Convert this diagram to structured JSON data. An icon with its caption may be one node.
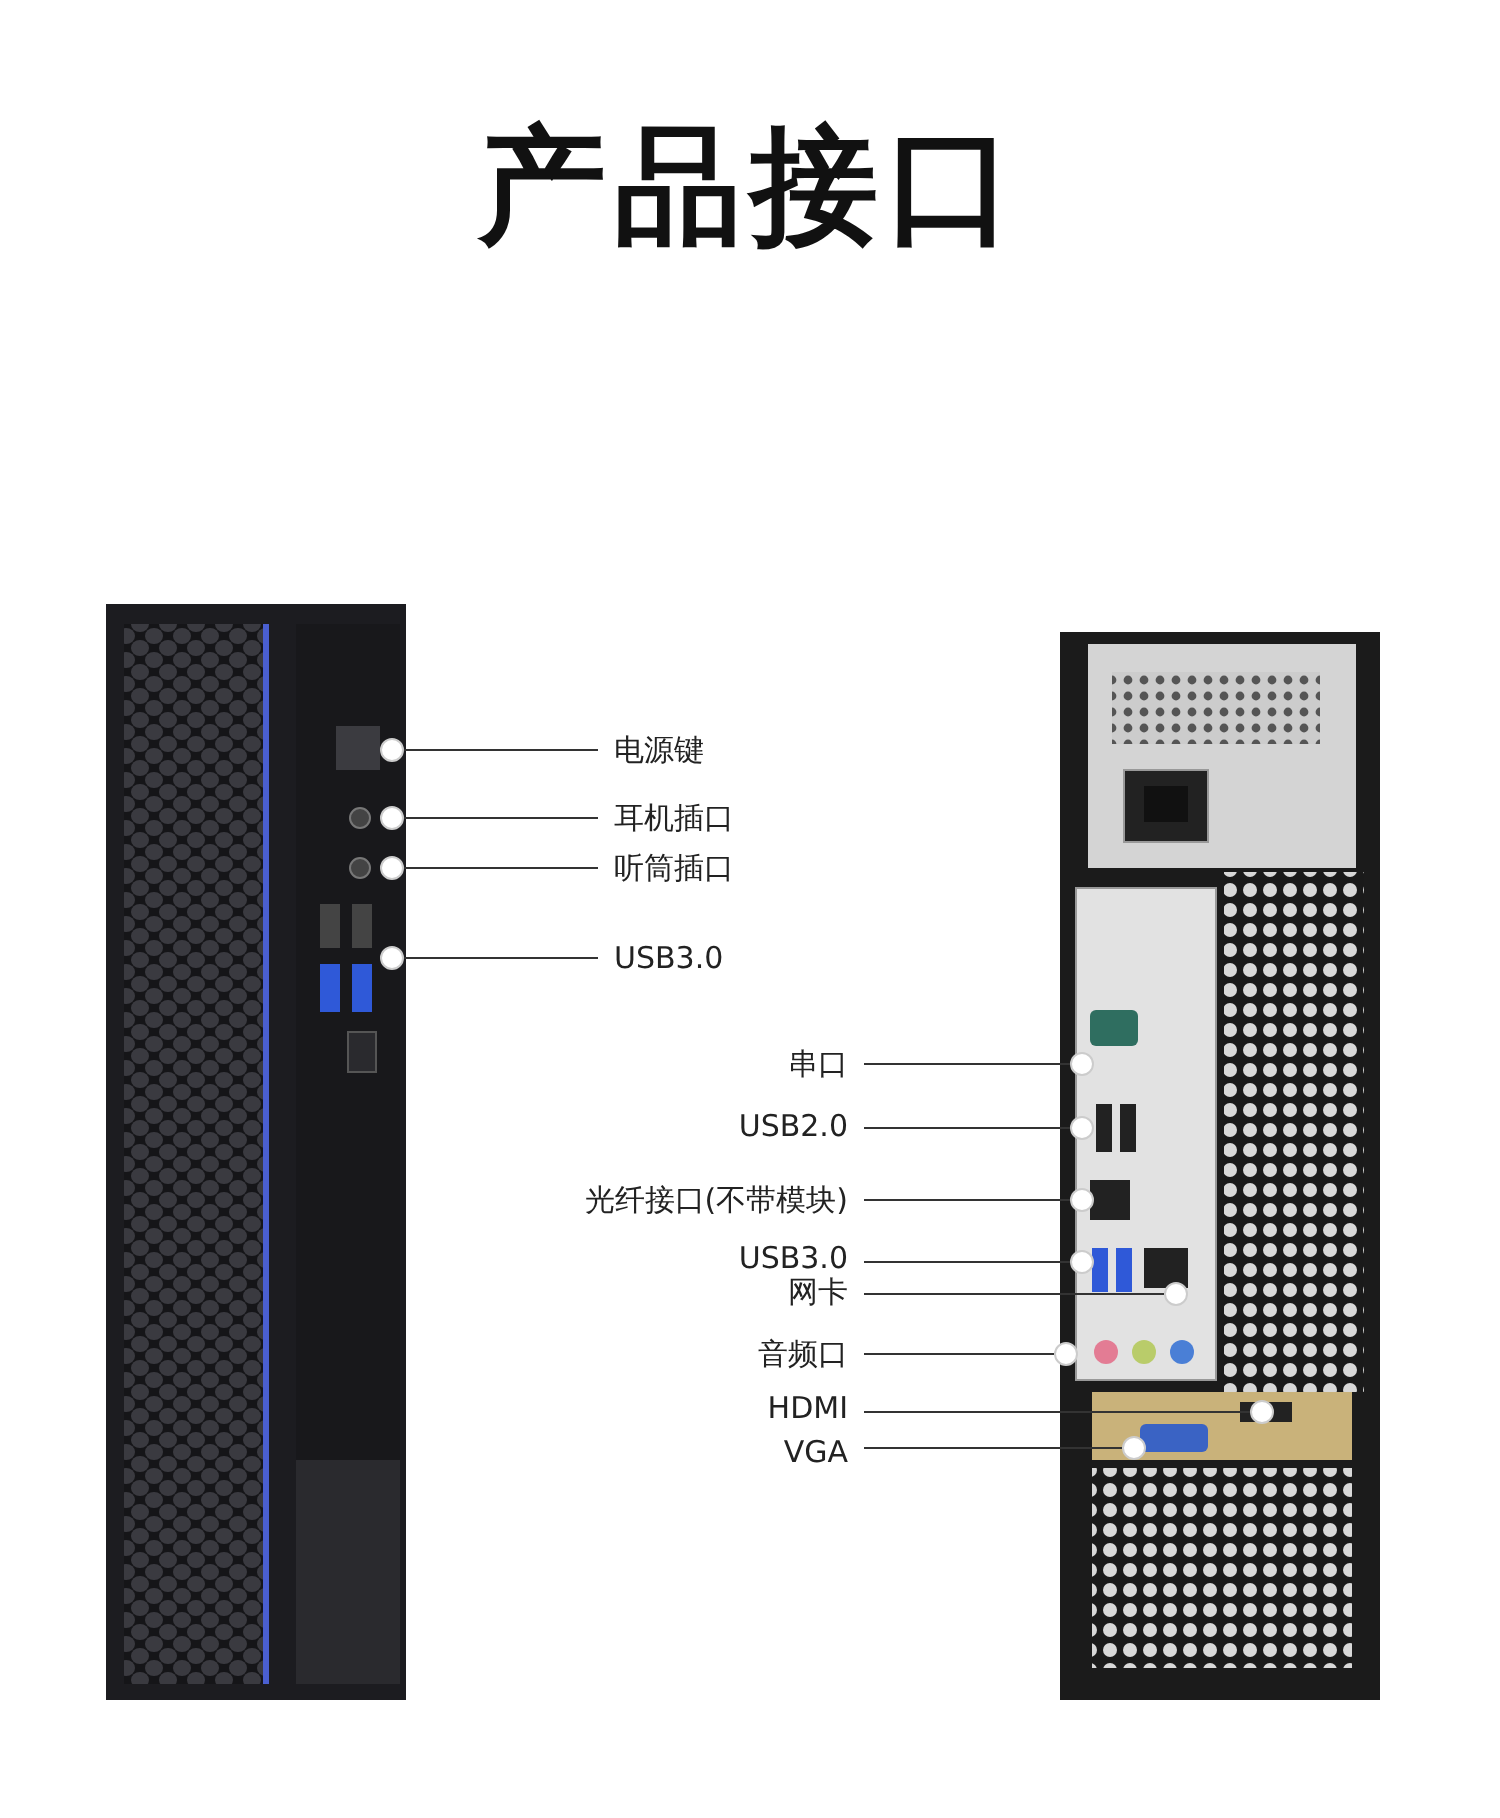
{
  "diagram": {
    "title": "产品接口",
    "nodes": [
      {
        "text": [
          "电源键"
        ]
      },
      {
        "text": [
          "耳机插口"
        ]
      },
      {
        "text": [
          "听筒插口"
        ]
      },
      {
        "text": [
          "USB3.0"
        ]
      },
      {
        "text": [
          "串口"
        ]
      },
      {
        "text": [
          "USB2.0"
        ]
      },
      {
        "text": [
          "光纤接口(不带模块)"
        ]
      },
      {
        "text": [
          "USB3.0"
        ]
      },
      {
        "text": [
          "网卡"
        ]
      },
      {
        "text": [
          "音频口"
        ]
      },
      {
        "text": [
          "HDMI"
        ]
      },
      {
        "text": [
          "VGA"
        ]
      },
      {
        "text": [],
        "shape": "circle"
      },
      {
        "text": [],
        "shape": "circle"
      },
      {
        "text": [],
        "shape": "circle"
      },
      {
        "text": [],
        "shape": "circle"
      },
      {
        "text": [],
        "shape": "circle"
      },
      {
        "text": [],
        "shape": "circle"
      },
      {
        "text": [],
        "shape": "circle"
      },
      {
        "text": [],
        "shape": "circle"
      },
      {
        "text": [],
        "shape": "circle"
      },
      {
        "text": [],
        "shape": "circle"
      },
      {
        "text": [],
        "shape": "circle"
      },
      {
        "text": [],
        "shape": "circle"
      }
    ],
    "edges": [
      {
        "from": 0,
        "to": 12,
        "arrow": "none"
      },
      {
        "from": 1,
        "to": 13,
        "arrow": "none"
      },
      {
        "from": 2,
        "to": 14,
        "arrow": "none"
      },
      {
        "from": 3,
        "to": 15,
        "arrow": "none"
      },
      {
        "from": 4,
        "to": 16,
        "arrow": "none"
      },
      {
        "from": 5,
        "to": 17,
        "arrow": "none"
      },
      {
        "from": 6,
        "to": 18,
        "arrow": "none"
      },
      {
        "from": 7,
        "to": 19,
        "arrow": "none"
      },
      {
        "from": 8,
        "to": 20,
        "arrow": "none"
      },
      {
        "from": 9,
        "to": 21,
        "arrow": "none"
      },
      {
        "from": 10,
        "to": 22,
        "arrow": "none"
      },
      {
        "from": 11,
        "to": 23,
        "arrow": "none"
      }
    ]
  }
}
